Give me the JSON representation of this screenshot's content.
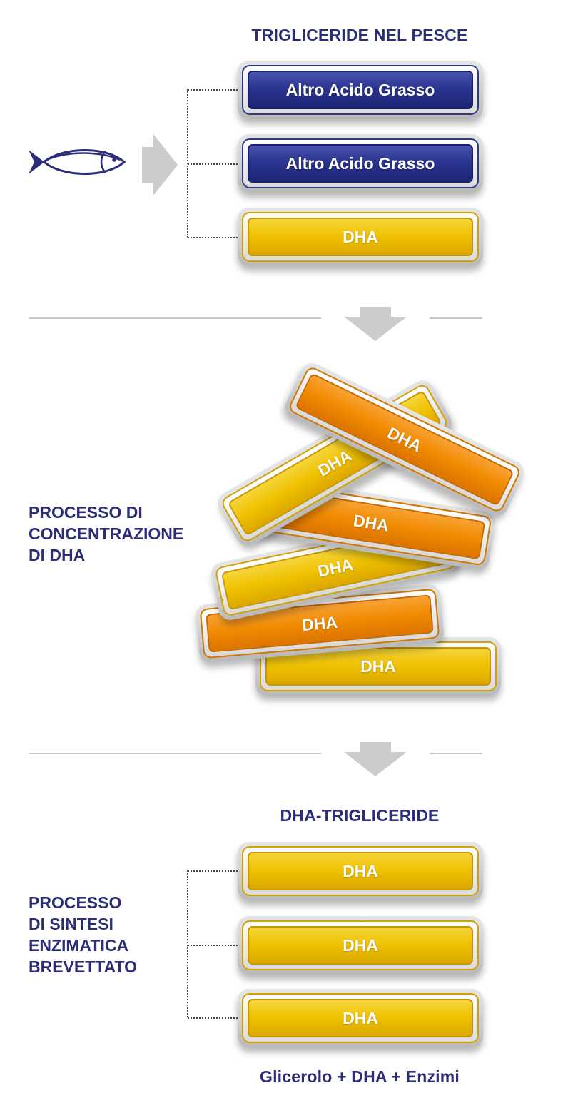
{
  "top": {
    "title": "TRIGLICERIDE NEL PESCE",
    "bars": [
      {
        "label": "Altro Acido Grasso",
        "color": "blue"
      },
      {
        "label": "Altro Acido Grasso",
        "color": "blue"
      },
      {
        "label": "DHA",
        "color": "yellow"
      }
    ]
  },
  "middle": {
    "label_lines": [
      "PROCESSO DI",
      "CONCENTRAZIONE",
      "DI DHA"
    ],
    "bars": [
      {
        "label": "DHA",
        "color": "yellow"
      },
      {
        "label": "DHA",
        "color": "orange"
      },
      {
        "label": "DHA",
        "color": "yellow"
      },
      {
        "label": "DHA",
        "color": "orange"
      },
      {
        "label": "DHA",
        "color": "yellow"
      },
      {
        "label": "DHA",
        "color": "orange"
      }
    ]
  },
  "bottom": {
    "title": "DHA-TRIGLICERIDE",
    "label_lines": [
      "PROCESSO",
      "DI SINTESI",
      "ENZIMATICA",
      "BREVETTATO"
    ],
    "bars": [
      {
        "label": "DHA",
        "color": "yellow"
      },
      {
        "label": "DHA",
        "color": "yellow"
      },
      {
        "label": "DHA",
        "color": "yellow"
      }
    ],
    "caption": "Glicerolo + DHA + Enzimi"
  },
  "colors": {
    "navy": "#2c2d78",
    "blue": "#2b3490",
    "yellow": "#efc100",
    "orange": "#f08a00",
    "arrow_gray": "#cccccc"
  },
  "icons": {
    "fish": "fish-icon",
    "arrow_right": "arrow-right-icon",
    "arrow_down": "arrow-down-icon"
  }
}
